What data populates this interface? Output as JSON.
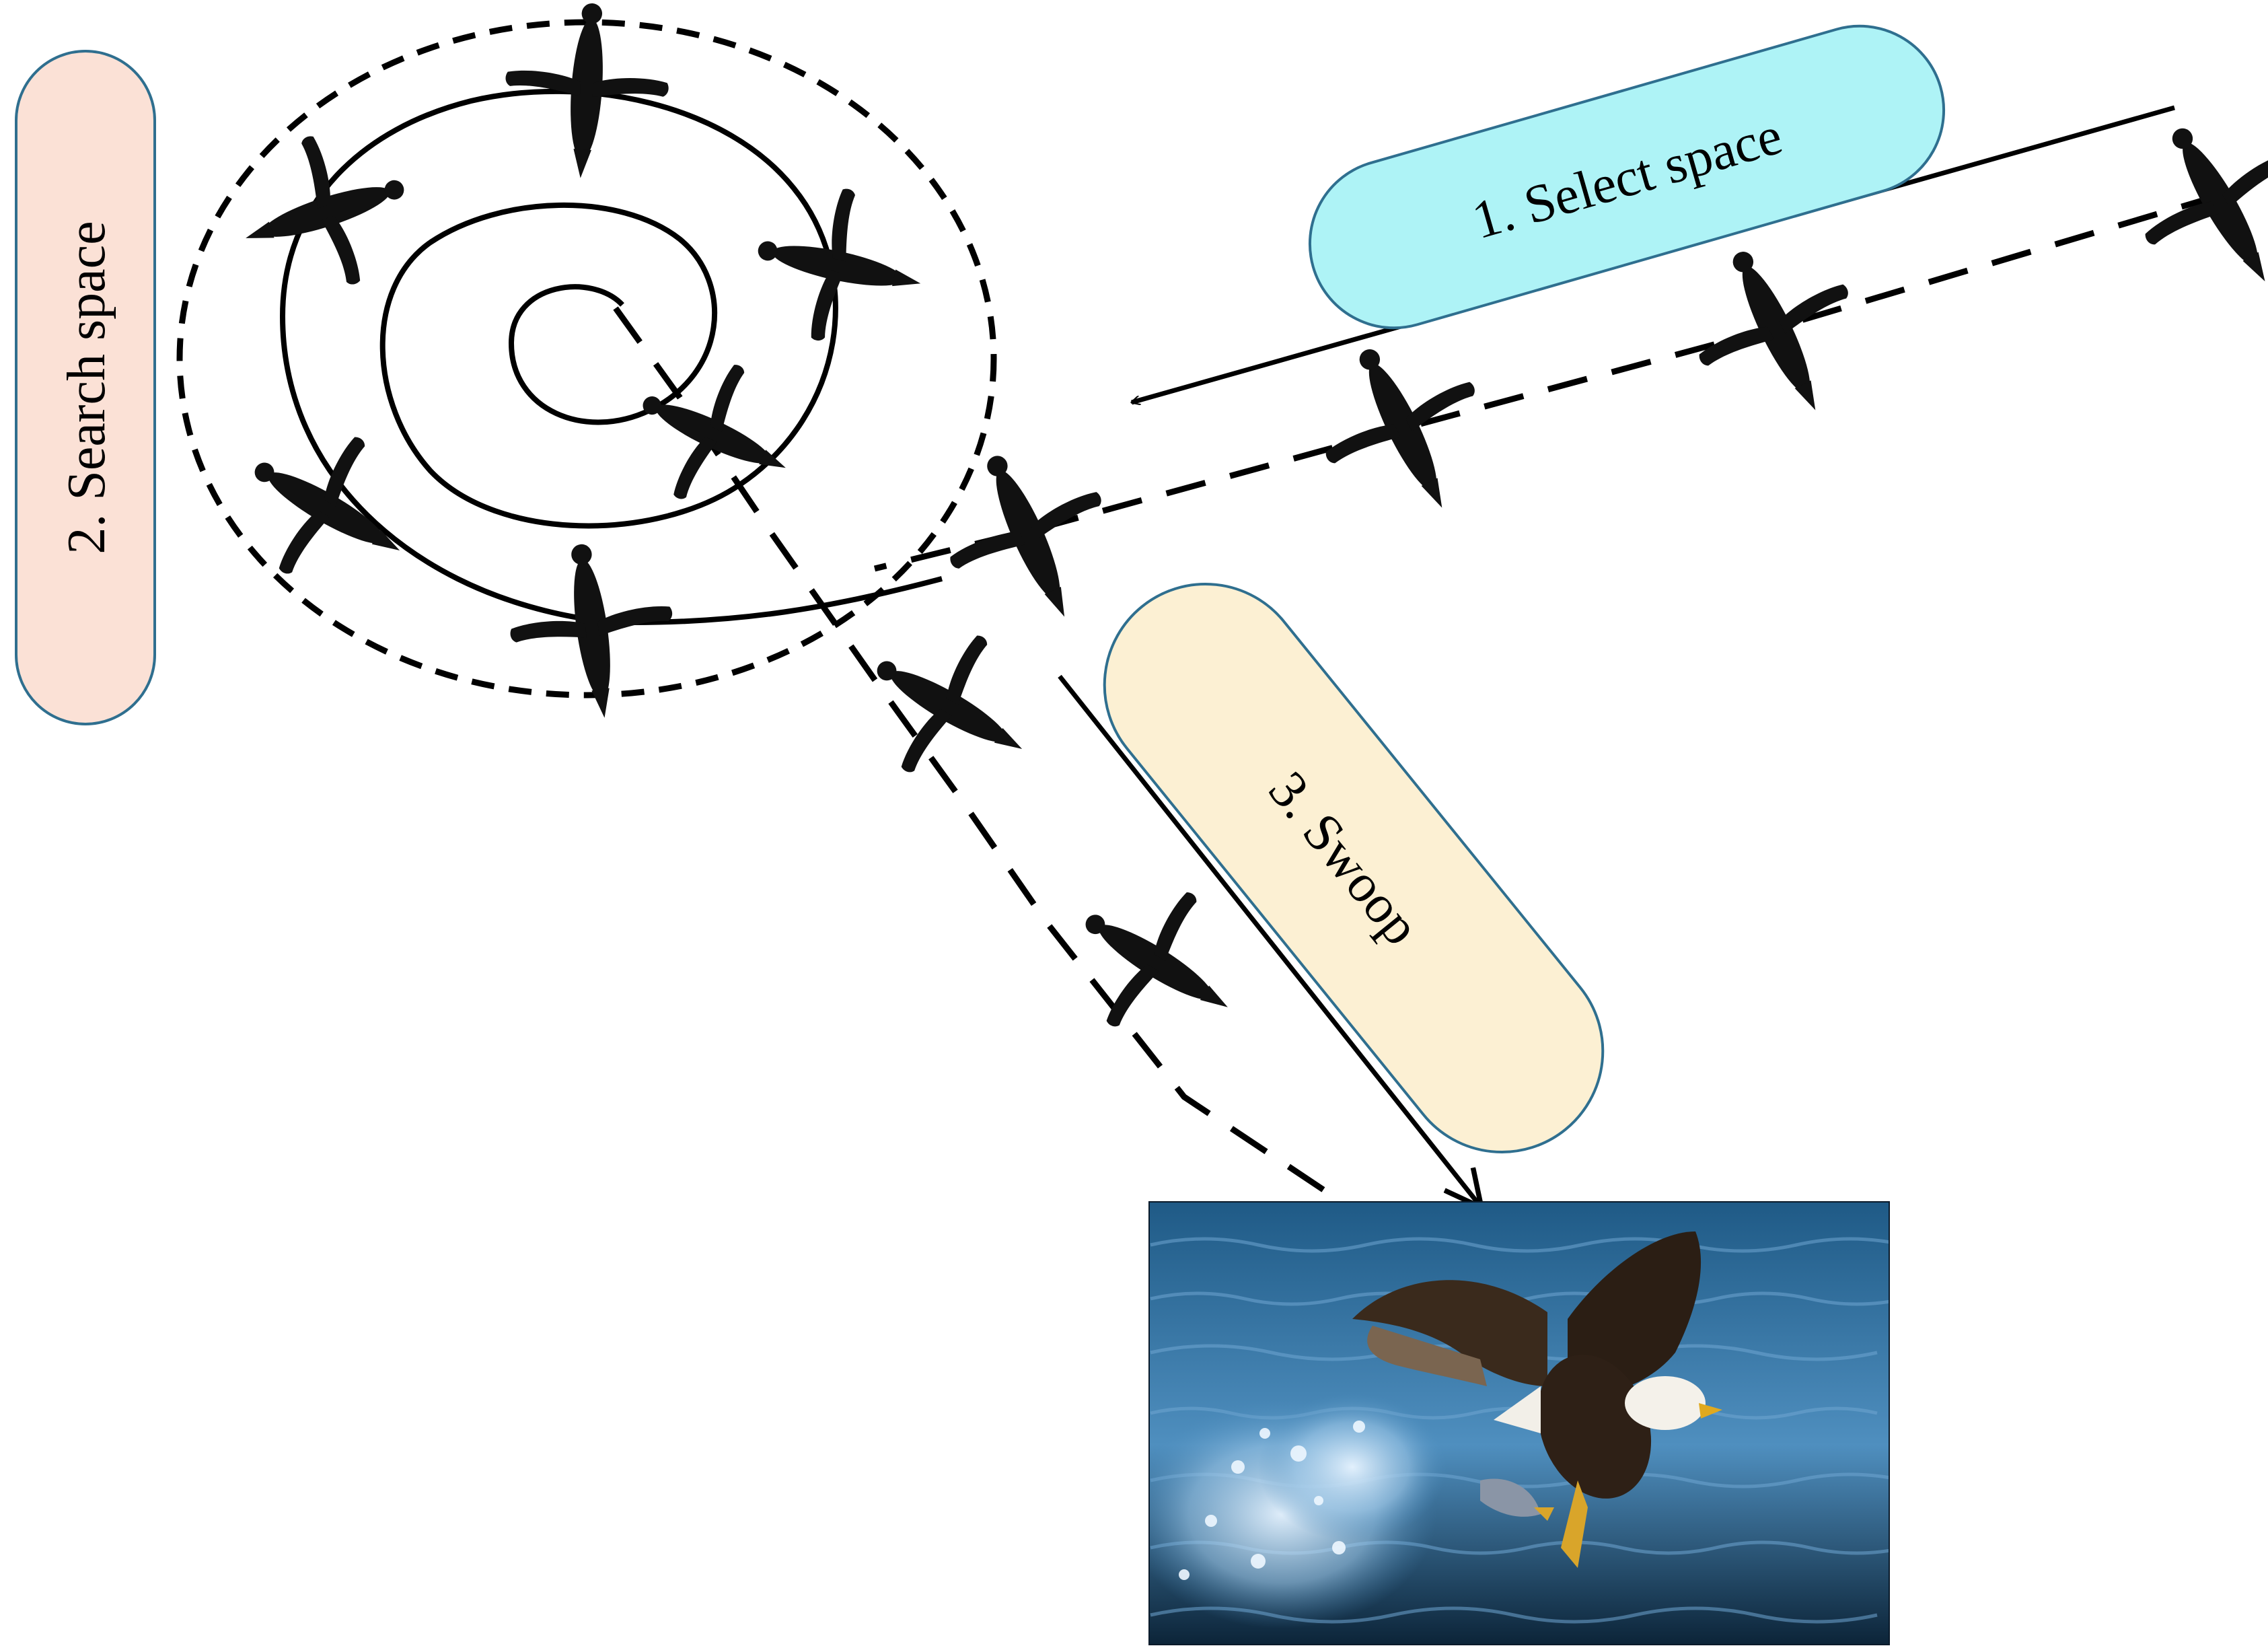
{
  "labels": {
    "select": "1. Select space",
    "search": "2. Search space",
    "swoop": "3. Swoop"
  },
  "colors": {
    "select_fill": "#aef3f6",
    "search_fill": "#fbe1d6",
    "swoop_fill": "#fcf0d3",
    "pill_stroke": "#2f6f8f",
    "line": "#000000",
    "bird": "#111111",
    "water_deep": "#0c2438",
    "water_mid": "#1f5a86",
    "water_light": "#4f8fbf"
  },
  "icons": {
    "bird": "flying-bird-icon",
    "eagle": "eagle-photo"
  }
}
